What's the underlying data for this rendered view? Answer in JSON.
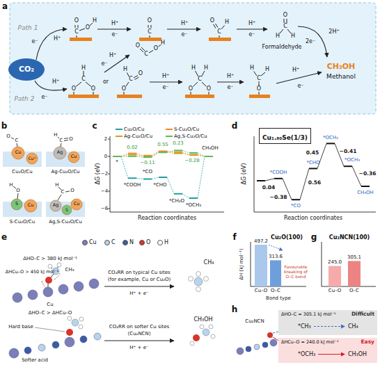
{
  "diagram": {
    "nodes": [
      {
        "text": [
          "CO₂"
        ]
      },
      {
        "text": [
          "Cu₁.₈₀Se(1/3)"
        ]
      },
      {
        "text": [
          "Difficult",
          "ΔHO–C = 305.1 kJ mol⁻¹",
          "*CH₃",
          "CH₄"
        ]
      },
      {
        "text": [
          "Easy",
          "ΔHCu–O = 240.0 kJ mol⁻¹",
          "*OCH₃",
          "CH₃OH"
        ]
      }
    ],
    "labels": [
      "a",
      "Path 1",
      "Path 2",
      "e⁻",
      "H⁺",
      "C",
      "O",
      "O",
      "H",
      "H⁺",
      "e⁻",
      "C",
      "O",
      "H⁺",
      "e⁻",
      "C",
      "O",
      "H",
      "H⁺",
      "e⁻",
      "O",
      "C",
      "H",
      "H",
      "Formaldehyde",
      "2H⁺",
      "2e⁻",
      "CH₃OH",
      "Methanol",
      "e⁻",
      "H⁺",
      "H",
      "C",
      "O",
      "O",
      "or",
      "H",
      "C",
      "O",
      "O",
      "H⁺",
      "e⁻",
      "O",
      "C",
      "O",
      "H",
      "H⁺",
      "e⁻",
      "H",
      "H",
      "C",
      "O",
      "O",
      "H⁺",
      "e⁻",
      "H",
      "H",
      "C",
      "O",
      "H⁺",
      "e⁻",
      "b",
      "O",
      "C",
      "Cu",
      "Cu⁺",
      "Cu₂O/Cu",
      "H",
      "C",
      "O",
      "Ag",
      "Cu",
      "Ag-Cu₂O/Cu",
      "H",
      "O",
      "S",
      "Cu",
      "S-Cu₂O/Cu",
      "H",
      "C",
      "O",
      "Ag",
      "S",
      "Cu",
      "Ag,S-Cu₂O/Cu",
      "c",
      "2",
      "0",
      "−2",
      "−4",
      "−6",
      "ΔG (eV)",
      "Reaction coordinates",
      "*",
      "*COOH",
      "*CO",
      "*CHO",
      "*CH₂O",
      "*OCH₃",
      "CH₃OH",
      "0.02",
      "−0.11",
      "0.55",
      "0.23",
      "−0.28",
      "d",
      "ΔG (eV)",
      "Reaction coordinates",
      "0.04",
      "−0.38",
      "0.56",
      "0.45",
      "−0.41",
      "−0.36",
      "*COOH",
      "*CO",
      "*CHO",
      "*OCH₂",
      "*OCH₃",
      "CH₃OH",
      "e",
      "ΔHO–C > 380 kJ mol⁻¹",
      "ΔHCu–O > 450 kJ mol⁻¹",
      "CH₃",
      "Cu",
      "CO₂RR on typical Cu sites",
      "(for example, Cu or Cu₂O)",
      "H⁺ + e⁻",
      "CH₄",
      "ΔHO–C > ΔHCu–O",
      "Hard base",
      "Softer acid",
      "CO₂RR on softer Cu sites",
      "(Cu₂NCN)",
      "H⁺ + e⁻",
      "CH₃OH",
      "f",
      "Cu₂O(100)",
      "497.2",
      "313.6",
      "Favourable breaking of O–C bond",
      "ΔH (kJ mol⁻¹)",
      "Cu–O",
      "O–C",
      "Bond type",
      "g",
      "Cu₂NCN(100)",
      "245.0",
      "305.1",
      "Cu–O",
      "O–C",
      "h",
      "Cu₂NCN"
    ],
    "legend": [
      {
        "text": "Cu₂O/Cu",
        "color": "#1f9e9e"
      },
      {
        "text": "S-Cu₂O/Cu",
        "color": "#f0892a"
      },
      {
        "text": "Ag-Cu₂O/Cu",
        "color": "#c9a227"
      },
      {
        "text": "Ag,S-Cu₂O/Cu",
        "color": "#5cb85c"
      },
      {
        "text": "Cu",
        "color": "#7b7fb8"
      },
      {
        "text": "C",
        "color": "#b9d3ea"
      },
      {
        "text": "N",
        "color": "#3b5ba5"
      },
      {
        "text": "O",
        "color": "#d8342b"
      },
      {
        "text": "H",
        "color": "#ffffff"
      }
    ]
  }
}
